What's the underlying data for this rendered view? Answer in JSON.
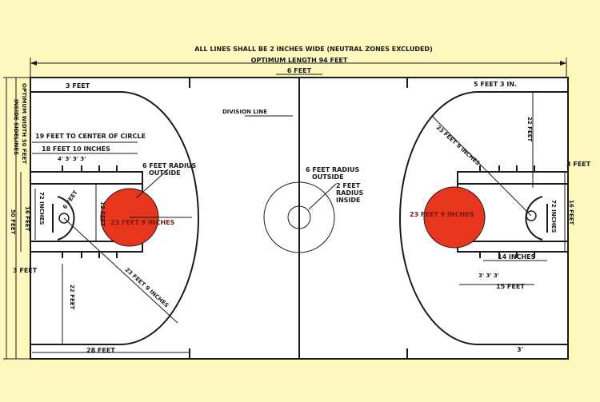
{
  "colors": {
    "background": "#FDF8BE",
    "court": "#FFFFFF",
    "lane": "#F2EC8A",
    "circle_red": "#E8361E",
    "line": "#1A1A1A"
  },
  "header": {
    "note": "ALL LINES SHALL BE 2 INCHES WIDE (NEUTRAL ZONES EXCLUDED)",
    "length": "OPTIMUM LENGTH 94 FEET"
  },
  "side": {
    "width": "OPTIMUM WIDTH 50 FEET",
    "inside": "INSIDE SIDELINES",
    "feet50": "50 FEET"
  },
  "labels": {
    "six_feet_top": "6 FEET",
    "three_feet_tl": "3 FEET",
    "five_feet_3in": "5 FEET 3 IN.",
    "division_line": "DIVISION LINE",
    "nineteen_feet": "19 FEET TO CENTER OF CIRCLE",
    "eighteen_feet": "18 FEET 10 INCHES",
    "hash_marks": "4'   3'   3'   3'",
    "six_radius_left": "6 FEET RADIUS",
    "outside_left": "OUTSIDE",
    "six_radius_center": "6 FEET RADIUS",
    "outside_center": "OUTSIDE",
    "two_feet_radius": "2 FEET",
    "radius": "RADIUS",
    "inside": "INSIDE",
    "twentythree_left": "23 FEET 9 INCHES",
    "twentythree_right": "23 FEET 9 INCHES",
    "twentythree_diag_left": "23 FEET 9 INCHES",
    "twentythree_diag_right": "23 FEET 9 INCHES",
    "twenty_two_right": "22 FEET",
    "twenty_two_left": "22 FEET",
    "three_feet_right": "3 FEET",
    "three_feet_left": "3 FEET",
    "seventy_two_left": "72 INCHES",
    "seventy_two_right": "72 INCHES",
    "sixteen_left": "16 FEET",
    "sixteen_right": "16 FEET",
    "twelve_left": "12 FEET",
    "six_ft_left_lane": "6 FEET",
    "fourteen_inches": "14 INCHES",
    "fifteen_feet": "15 FEET",
    "hash_right": "3'  3'  3'",
    "twenty_eight": "28 FEET",
    "three_prime": "3'"
  }
}
